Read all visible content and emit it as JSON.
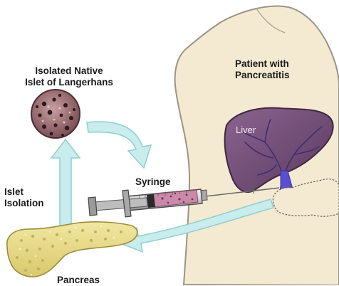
{
  "labels": {
    "islet_title_line1": "Isolated Native",
    "islet_title_line2": "Islet of Langerhans",
    "patient_line1": "Patient with",
    "patient_line2": "Pancreatitis",
    "liver": "Liver",
    "syringe": "Syringe",
    "islet_isolation_line1": "Islet",
    "islet_isolation_line2": "Isolation",
    "pancreas": "Pancreas"
  },
  "colors": {
    "body_skin": "#f4ead2",
    "body_outline": "#9a9488",
    "liver": "#6e4a72",
    "liver_dark": "#4f3353",
    "portal_vein": "#5a4fd0",
    "arrow_fill": "#c9ecec",
    "arrow_edge": "#8fcfcf",
    "pancreas": "#e8dc8a",
    "pancreas_dark": "#b9a94a",
    "islet": "#9a6a6e",
    "syringe_fluid": "#c88aa8"
  }
}
